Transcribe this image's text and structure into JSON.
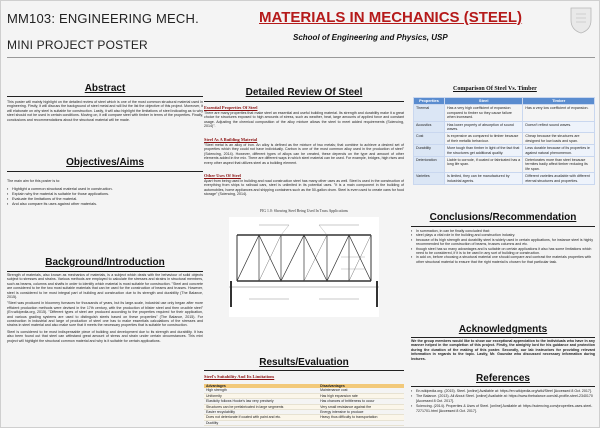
{
  "header": {
    "course": "MM103: ENGINEERING MECH.",
    "subtitle": "MINI PROJECT POSTER",
    "title": "MATERIALS IN MECHANICS (STEEL)",
    "school": "School of Engineering and Physics, USP"
  },
  "colors": {
    "title": "#b51a1a",
    "table_header": "#5a8ccf",
    "results_header": "#f2c97a"
  },
  "abstract": {
    "title": "Abstract",
    "text": "This poster will mainly highlight on the detailed review of steel which is one of the most common structural material used in engineering. Firstly, it will discuss the background of steel metal and will list the list the objective of this project. Moreover, it will elaborate on why steel is suitable for construction. Lastly, it will also highlight the limitations of steel indicating as to why steel should not be used in certain conditions. Moving on, it will compare steel with timber in terms of the properties. Finally, conclusions and recommendations about the structural material will be made."
  },
  "objectives": {
    "title": "Objectives/Aims",
    "intro": "The main aim for this poster is to:",
    "items": [
      "Highlight a common structural material used in construction.",
      "Explain why the material is suitable for those applications.",
      "Evaluate the limitations of the material.",
      "And also compare its uses against other materials."
    ]
  },
  "background": {
    "title": "Background/Introduction",
    "paragraphs": [
      "Strength of materials, also known as mechanics of materials, is a subject which deals with the behaviour of solid objects subject to stresses and strains. Various methods are employed to calculate the stresses and strains in structural members, such as beams, columns and shafts in order to identify which material is most suitable for construction. \"Steel and concrete are considered to be the two most suitable materials that can be used for the construction of beams and trusses. However, steel is considered to be most integral part of building and construction due to its strength and durability (The Balance, 2015).",
      "\"Steel was produced in bloomery furnaces for thousands of years, but its large-scale, industrial use only began after more efficient production methods were devised in the 17th century, with the production of blister steel and then crucible steel\" (En.wikipedia.org, 2015). \"Different types of steel are produced according to the properties required for their application, and various grading systems are used to distinguish steels based on these properties\" (The Balance, 2015). For construction in industrial and large of production of steel one has to make essentials calculations of the stresses and strains in steel material and also make sure that it meets the necessary properties that is suitable for construction.",
      "Steel is considered to be most indispensable piece of building and development due to its strength and durability. It has also been found out that steel can withstand great amount of stress and strain under certain circumstances. This mini project will highlight the structural common material and why is it suitable for certain applications."
    ]
  },
  "review": {
    "title": "Detailed Review Of Steel",
    "sections": [
      {
        "heading": "Essential Properties Of Steel",
        "text": "There are many properties that make steel an essential and useful building material. Its strength and durability make it a great choice for structures exposed to high amounts of stress, such as weather, heat, large amounts of applied force and constant usage. Adjusting the chemical composition of the alloy mixture allows the steel to meet added requirements (Sciencing, 2014)\"."
      },
      {
        "heading": "Steel As A Building Material",
        "text": "\"Steel metal is an alloy of iron. An alloy is defined as the mixture of two metals; that combine to achieve a desired set of properties which they could not have individually. Carbon is one of the most common alloy used in the production of steel\" (Sciencing, 2014). However, different types of alloys can be created, these depends on the type and amount of other elements added in the mix. There are different ways in which steel material can be used. For example, bridges, high rises and every other aspect that utilizes steel as a building element."
      },
      {
        "heading": "Other Uses Of Steel",
        "text": "Apart from being used in building and road construction steel has many other uses as well. Steel is used in the construction of everything from ships to railroad cars, steel is unlimited in its potential uses. \"It is a main component in the building of automobiles, home appliances and shipping containers such as the 50-gallon drum. Steel is even used to create cans for food storage\" (Sciencing, 2014)."
      }
    ],
    "figure_caption": "FIG 1.0: Showing Steel Being Used In Truss Applications"
  },
  "results": {
    "title": "Results/Evaluation",
    "subhead": "Steel's Suitability And Its Limitations",
    "headers": [
      "Advantages",
      "Disadvantages"
    ],
    "rows": [
      [
        "High strength",
        "Maintenance cost"
      ],
      [
        "Uniformity",
        "Has high expansion rate"
      ],
      [
        "Elasticity follows Hooke's law very precisely",
        "Has chances of brittleness to occur"
      ],
      [
        "Structures can be prefabricated in large segments",
        "Very small resistance against fire"
      ],
      [
        "Easier recyclability",
        "Energy intensive to produce"
      ],
      [
        "Does not deteriorate if coated with paint and etc.",
        "Heavy thus difficulty to transportation"
      ],
      [
        "Ductility",
        ""
      ]
    ]
  },
  "comparison": {
    "title": "Comparison Of  Steel Vs. Timber",
    "headers": [
      "Properties",
      "Steel",
      "Timber"
    ],
    "rows": [
      [
        "Thermal",
        "Has a very high coefficient of expansion compared to timber so they cause failure when increased.",
        "Has a very low coefficient of expansion."
      ],
      [
        "Acoustics",
        "Has lower property of absorption of sound waves.",
        "Doesn't reflect sound waves."
      ],
      [
        "Cost",
        "Is expensive as compared to timber because of their metallic behaviour.",
        "Cheap because the structures are designed for low loads and span."
      ],
      [
        "Durability",
        "More tough than timber in light of the fact that the structures get additional quality.",
        "Less durable because of its properties ie against natural phenomenon."
      ],
      [
        "Deterioration",
        "Liable to corrode, if coated or fabricated has a long life span.",
        "Deteriorates more than steel because termites badly affect timber reducing its life span."
      ],
      [
        "Varieties",
        "Is limited, they can be manufactured by industrial agents.",
        "Different varieties available with different eternal structures and properties."
      ]
    ]
  },
  "conclusions": {
    "title": "Conclusions/Recommendation",
    "items": [
      "In summation, in can be finally concluded that:",
      "steel plays a vital role in the building and construction industry.",
      "because of its high strength and durability steel is widely used in certain applications, for instance steel is highly recommended for the construction of beams, trusses columns and etc.",
      "though steel has so many advantages and is suitable on certain applications it also has some limitations which need to be considered, if it is to be used in any sort of building or construction.",
      "in add on, before choosing a structural material one should compare and contrast the materials properties with other structural material to ensure that the right material is chosen for that particular task."
    ]
  },
  "acknowledgments": {
    "title": "Acknowledgments",
    "text": "We the group members would like to show our exceptional appreciation to the individuals who have in any manner helped in the completion of this project. Firstly, the almighty lord for his guidance and protection during the duration of the making of this poster. Secondly, our lab instructors for providing relevant information in regards to the topic. Lastly, Mr. Goundar who discussed necessary information during lectures."
  },
  "references": {
    "title": "References",
    "items": [
      "En.wikipedia.org. (2015). Steel. [online] Available at: https://en.wikipedia.org/wiki/Steel [Accessed 8 Oct. 2017].",
      "The Balance. (2013). All About Steel. [online] Available at: https://www.thebalance.com/all-profile-steel-2340170 [Accessed 8 Oct. 2017].",
      "Sciencing. (2014). Properties & Uses of Steel. [online] Available at: https://sciencing.com/properties-uses-steel-7271701.html [Accessed 8 Oct. 2017]."
    ]
  }
}
